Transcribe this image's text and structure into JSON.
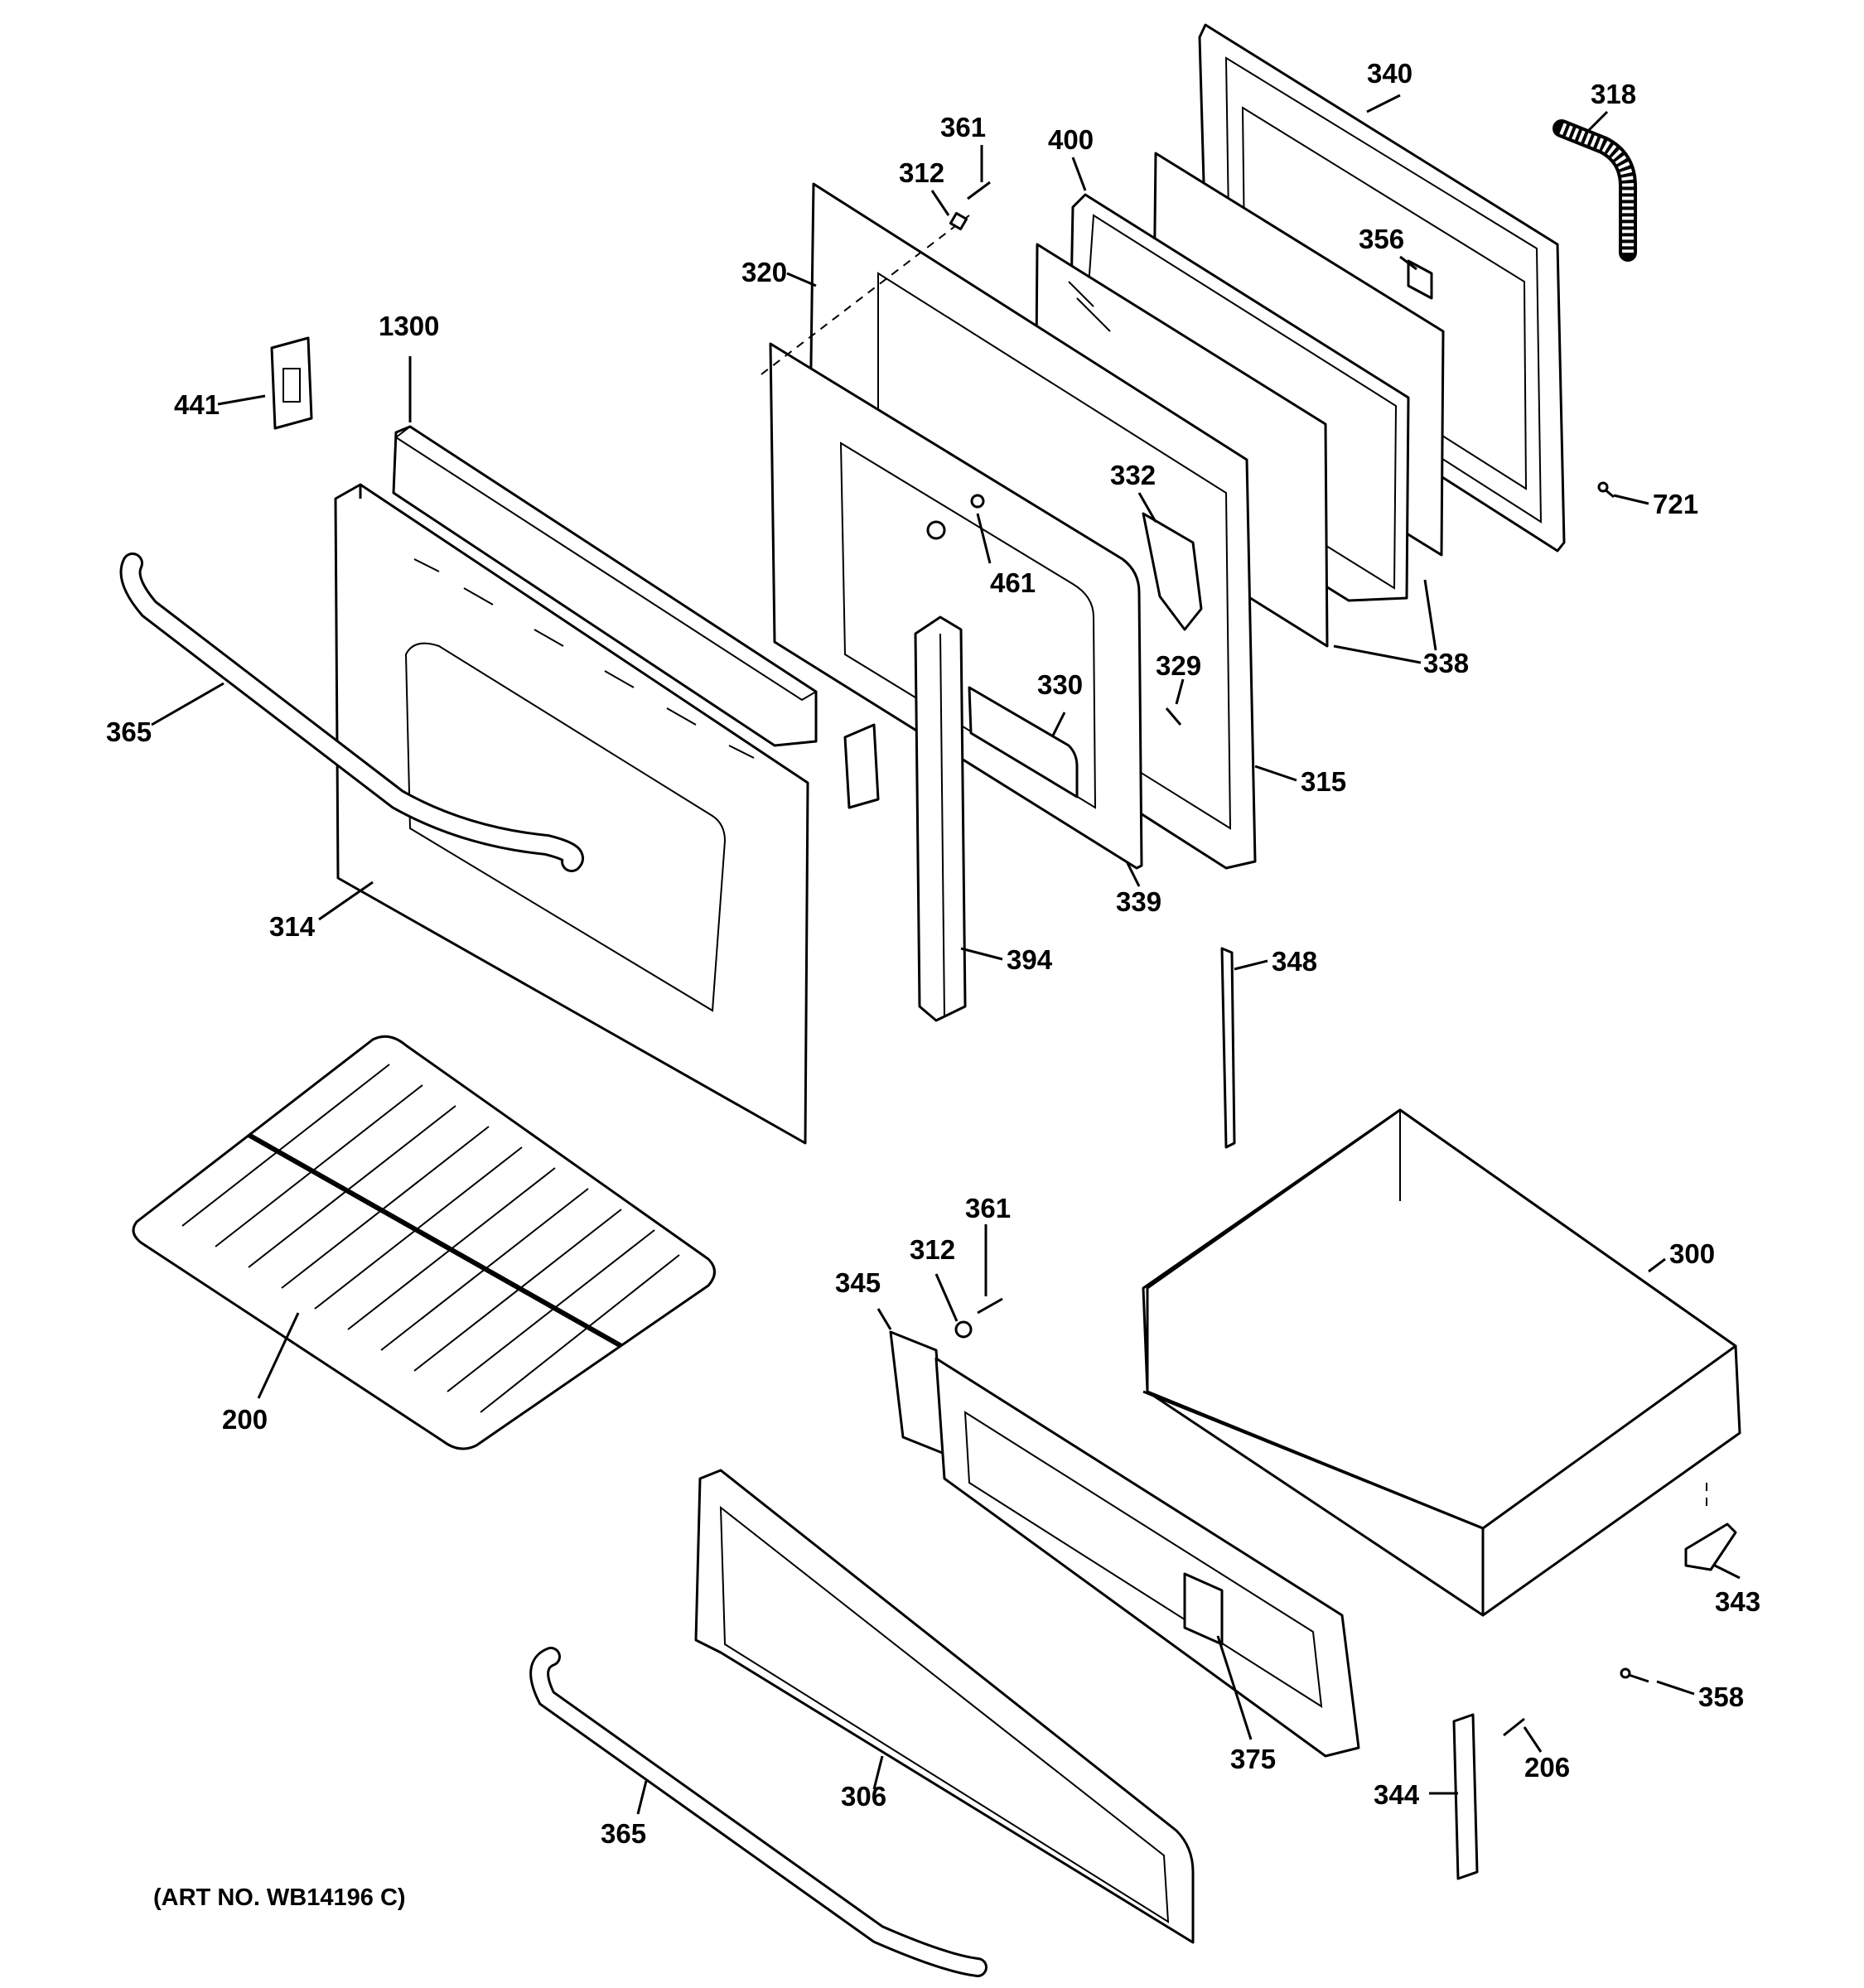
{
  "caption": "(ART NO. WB14196 C)",
  "labels": {
    "l340": "340",
    "l318": "318",
    "l361a": "361",
    "l400": "400",
    "l312a": "312",
    "l356": "356",
    "l320": "320",
    "l1300": "1300",
    "l441": "441",
    "l332": "332",
    "l721": "721",
    "l461": "461",
    "l338": "338",
    "l329": "329",
    "l330": "330",
    "l365a": "365",
    "l315": "315",
    "l339": "339",
    "l314": "314",
    "l394": "394",
    "l348": "348",
    "l361b": "361",
    "l300": "300",
    "l312b": "312",
    "l345": "345",
    "l200": "200",
    "l343": "343",
    "l358": "358",
    "l375": "375",
    "l206": "206",
    "l306": "306",
    "l344": "344",
    "l365b": "365"
  }
}
